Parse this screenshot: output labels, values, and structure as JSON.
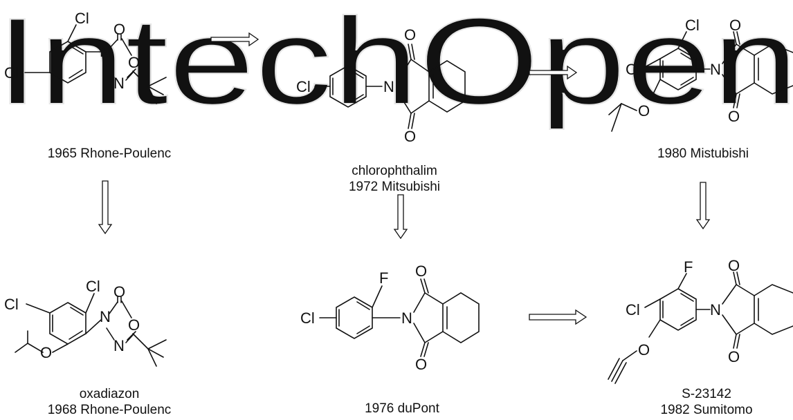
{
  "watermark": "IntechOpen",
  "compounds": [
    {
      "id": "c1",
      "atoms": [
        "Cl",
        "Cl",
        "O",
        "N",
        "O",
        "N"
      ],
      "caption": [
        "1965 Rhone-Poulenc"
      ]
    },
    {
      "id": "c2",
      "atoms": [
        "O",
        "Cl",
        "N",
        "O"
      ],
      "caption": [
        "chlorophthalim",
        "1972 Mitsubishi"
      ]
    },
    {
      "id": "c3",
      "atoms": [
        "Cl",
        "O",
        "Cl",
        "N",
        "O",
        "O"
      ],
      "caption": [
        "1980 Mistubishi"
      ]
    },
    {
      "id": "c4",
      "atoms": [
        "Cl",
        "O",
        "Cl",
        "N",
        "O",
        "N",
        "O"
      ],
      "caption": [
        "oxadiazon",
        "1968 Rhone-Poulenc"
      ]
    },
    {
      "id": "c5",
      "atoms": [
        "F",
        "O",
        "Cl",
        "N",
        "O"
      ],
      "caption": [
        "1976 duPont"
      ]
    },
    {
      "id": "c6",
      "atoms": [
        "F",
        "O",
        "Cl",
        "N",
        "O",
        "O"
      ],
      "caption": [
        "S-23142",
        "1982 Sumitomo"
      ]
    }
  ]
}
